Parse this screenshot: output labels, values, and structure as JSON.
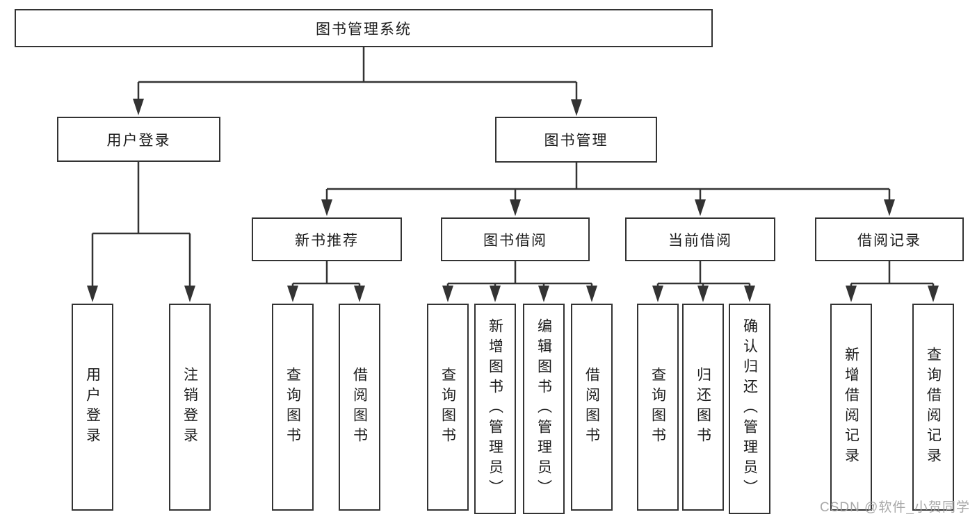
{
  "diagram": {
    "type": "hierarchy-tree",
    "colors": {
      "line": "#333333",
      "box_border": "#333333",
      "text": "#1c1c1c",
      "background": "#ffffff"
    }
  },
  "tree": {
    "label": "图书管理系统",
    "children": [
      {
        "label": "用户登录",
        "children": [
          {
            "label": "用户登录"
          },
          {
            "label": "注销登录"
          }
        ]
      },
      {
        "label": "图书管理",
        "children": [
          {
            "label": "新书推荐",
            "children": [
              {
                "label": "查询图书"
              },
              {
                "label": "借阅图书"
              }
            ]
          },
          {
            "label": "图书借阅",
            "children": [
              {
                "label": "查询图书"
              },
              {
                "label": "新增图书（管理员）"
              },
              {
                "label": "编辑图书（管理员）"
              },
              {
                "label": "借阅图书"
              }
            ]
          },
          {
            "label": "当前借阅",
            "children": [
              {
                "label": "查询图书"
              },
              {
                "label": "归还图书"
              },
              {
                "label": "确认归还（管理员）"
              }
            ]
          },
          {
            "label": "借阅记录",
            "children": [
              {
                "label": "新增借阅记录"
              },
              {
                "label": "查询借阅记录"
              }
            ]
          }
        ]
      }
    ]
  },
  "watermark": {
    "text": "CSDN @软件_小贺同学",
    "color": "#9e9e9e"
  }
}
